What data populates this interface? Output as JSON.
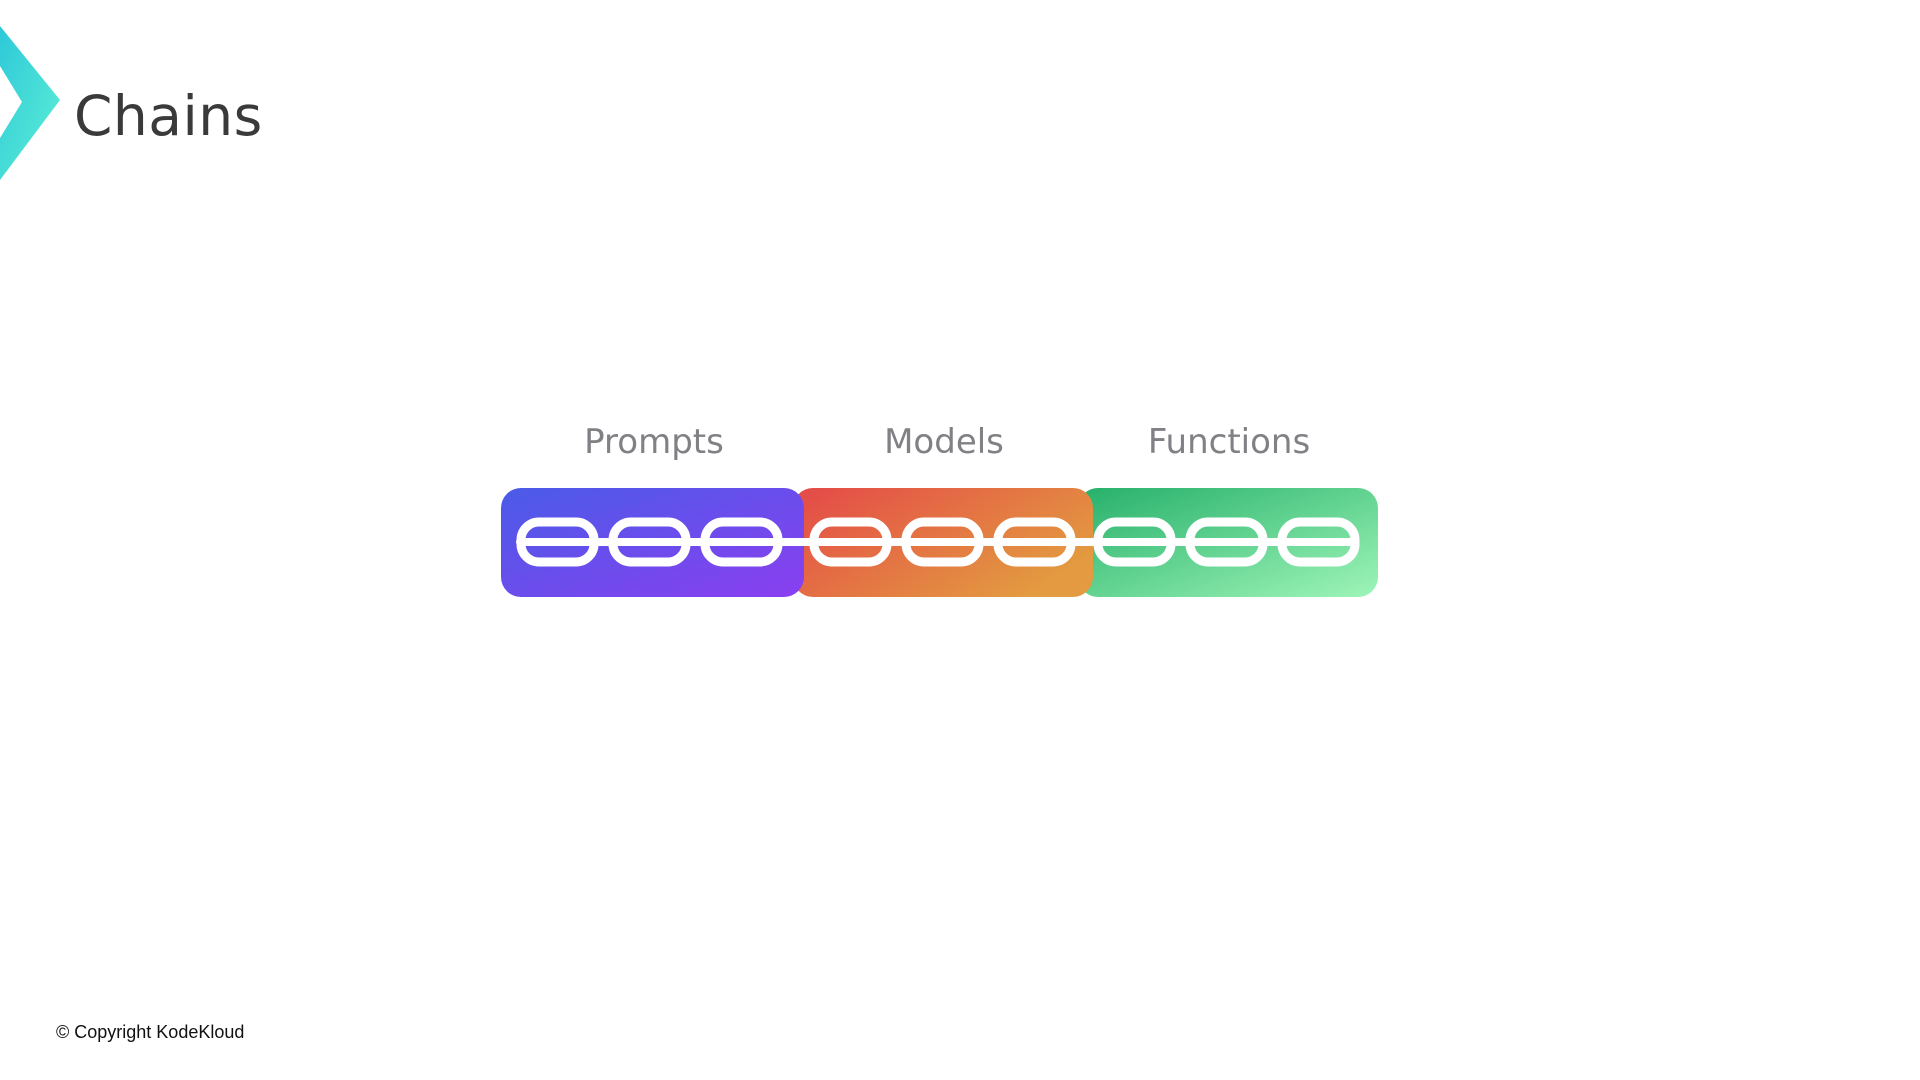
{
  "slide": {
    "title": "Chains",
    "copyright": "© Copyright KodeKloud",
    "accent_gradient": [
      "#2ec9d8",
      "#5ef0d6"
    ]
  },
  "diagram": {
    "segments": [
      {
        "label": "Prompts",
        "gradient": [
          "#4a5be8",
          "#8a3ff0"
        ],
        "links": 3
      },
      {
        "label": "Models",
        "gradient": [
          "#e44848",
          "#e39a40"
        ],
        "links": 3
      },
      {
        "label": "Functions",
        "gradient": [
          "#26b06a",
          "#9ef5b8"
        ],
        "links": 3
      }
    ],
    "link_color": "#ffffff",
    "icon": "chain-link-icon"
  }
}
